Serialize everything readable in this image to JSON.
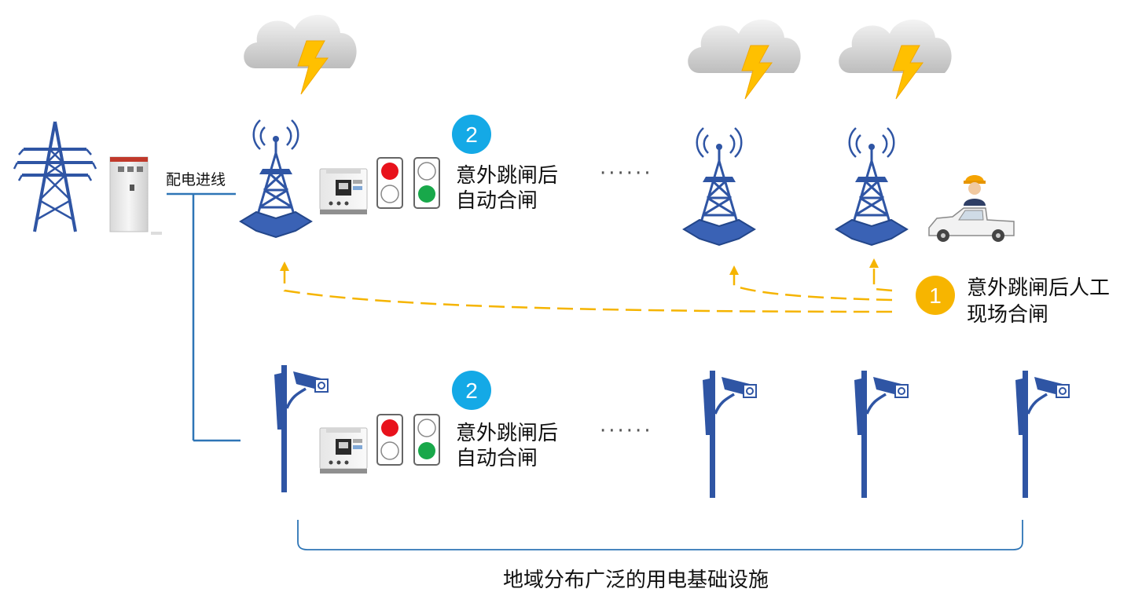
{
  "labels": {
    "feeder": "配电进线",
    "auto_reclose_line1": "意外跳闸后",
    "auto_reclose_line2": "自动合闸",
    "manual_reclose_line1": "意外跳闸后人工",
    "manual_reclose_line2": "现场合闸",
    "infrastructure": "地域分布广泛的用电基础设施",
    "ellipsis": "······"
  },
  "badges": {
    "manual_step": "1",
    "auto_step": "2"
  },
  "colors": {
    "tower_blue": "#2f55a4",
    "line_blue": "#2e75b6",
    "badge_blue": "#14a9e6",
    "badge_yellow": "#f7b500",
    "dash_yellow": "#f5b400",
    "signal_red": "#e8121c",
    "signal_green": "#18a84a",
    "bolt_yellow": "#ffc000"
  },
  "icons": {
    "pylon": "transmission-tower-icon",
    "cabinet": "distribution-cabinet-icon",
    "tower": "telecom-tower-icon",
    "cloud": "thunder-cloud-icon",
    "breaker": "smart-breaker-icon",
    "signal": "traffic-signal-icon",
    "camera": "camera-pole-icon",
    "worker": "worker-icon",
    "truck": "pickup-truck-icon"
  }
}
